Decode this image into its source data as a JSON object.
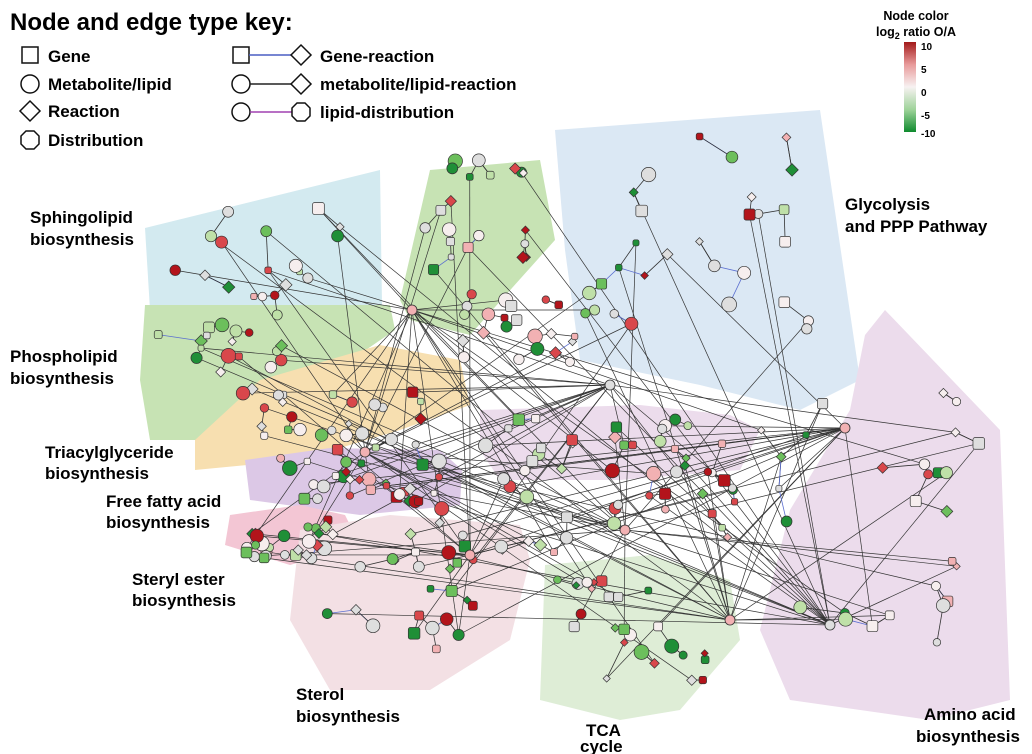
{
  "key": {
    "title": "Node and edge type key:",
    "node_types": [
      {
        "shape": "square",
        "label": "Gene"
      },
      {
        "shape": "circle",
        "label": "Metabolite/lipid"
      },
      {
        "shape": "diamond",
        "label": "Reaction"
      },
      {
        "shape": "octagon",
        "label": "Distribution"
      }
    ],
    "edge_types": [
      {
        "from": "square",
        "to": "diamond",
        "color": "#4a5fc4",
        "label": "Gene-reaction"
      },
      {
        "from": "circle",
        "to": "diamond",
        "color": "#222222",
        "label": "metabolite/lipid-reaction"
      },
      {
        "from": "circle",
        "to": "octagon",
        "color": "#a040b0",
        "label": "lipid-distribution"
      }
    ]
  },
  "color_scale": {
    "title_line1": "Node color",
    "title_line2_prefix": "log",
    "title_line2_sub": "2",
    "title_line2_suffix": " ratio O/A",
    "ticks": [
      "10",
      "5",
      "0",
      "-5",
      "-10"
    ],
    "colors": {
      "high": "#a31a1a",
      "mid_high": "#e89a9a",
      "zero": "#f7f2f2",
      "mid_low": "#9fd39a",
      "low": "#0e8a2e"
    }
  },
  "regions": [
    {
      "id": "sphingo",
      "lines": [
        "Sphingolipid",
        "biosynthesis"
      ],
      "color": "#d3eaf0"
    },
    {
      "id": "phospho",
      "lines": [
        "Phospholipid",
        "biosynthesis"
      ],
      "color": "#c7e3b4"
    },
    {
      "id": "tag",
      "lines": [
        "Triacylglyceride",
        "biosynthesis"
      ],
      "color": "#f7dfb0"
    },
    {
      "id": "ffa",
      "lines": [
        "Free fatty acid",
        "biosynthesis"
      ],
      "color": "#dcc8e6"
    },
    {
      "id": "steryl",
      "lines": [
        "Steryl ester",
        "biosynthesis"
      ],
      "color": "#f3c6d4"
    },
    {
      "id": "sterol",
      "lines": [
        "Sterol",
        "biosynthesis"
      ],
      "color": "#f3e0e4"
    },
    {
      "id": "tca",
      "lines": [
        "TCA",
        "cycle"
      ],
      "color": "#deedd6"
    },
    {
      "id": "glyco",
      "lines": [
        "Glycolysis",
        "and PPP Pathway"
      ],
      "color": "#dbe8f4"
    },
    {
      "id": "amino",
      "lines": [
        "Amino acid",
        "biosynthesis"
      ],
      "color": "#ecdcec"
    }
  ],
  "palette": {
    "red_dark": "#b3141b",
    "red": "#d9474b",
    "pink": "#f2b1b3",
    "pale": "#f6eeee",
    "gray": "#dedede",
    "lgreen": "#bfe0a8",
    "green": "#6cbf5c",
    "dgreen": "#1f8f37"
  }
}
